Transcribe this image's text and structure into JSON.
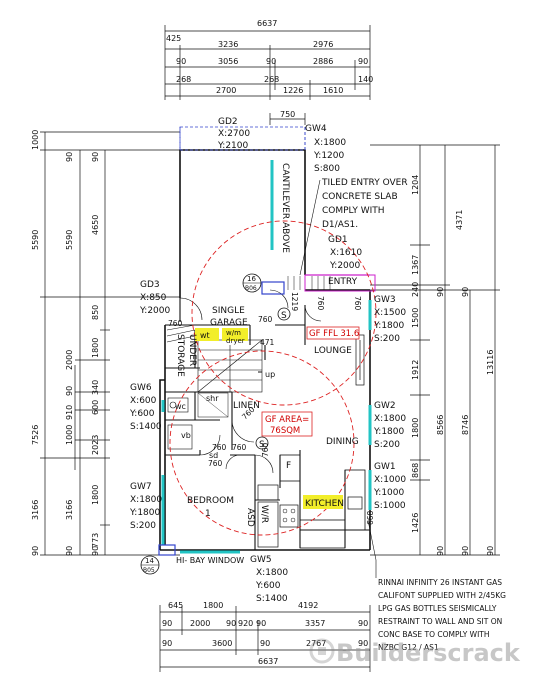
{
  "dims_top": {
    "overall": "6637",
    "r1a": "425",
    "r2a": "3236",
    "r2b": "2976",
    "r3a": "90",
    "r3b": "3056",
    "r3c": "90",
    "r3d": "2886",
    "r3e": "90",
    "r4a": "268",
    "r4b": "268",
    "r4c": "140",
    "r5a": "2700",
    "r5b": "1226",
    "r5c": "1610",
    "r6": "750"
  },
  "dims_left": {
    "a1": "1000",
    "b1": "90",
    "c1": "90",
    "a2": "5590",
    "b2": "5590",
    "c2": "4650",
    "c3": "850",
    "a3": "7526",
    "b3": "2000",
    "c4": "1800",
    "d1": "2000",
    "c5": "340",
    "b4": "90",
    "c6": "90",
    "c7": "600",
    "d2": "910",
    "c8": "90",
    "d3": "1000",
    "c9": "2023",
    "a4": "3166",
    "b5": "3166",
    "c10": "1800",
    "c11": "773",
    "a5": "90",
    "b6": "90",
    "c12": "90"
  },
  "dims_right": {
    "a1": "1204",
    "b1": "4371",
    "a2": "1367",
    "a3": "240",
    "b2": "90",
    "c1": "90",
    "a4": "1500",
    "a5": "1912",
    "a6": "1800",
    "b3": "8566",
    "c2": "8746",
    "d1": "13116",
    "a7": "868",
    "a8": "1426",
    "b4": "90",
    "c3": "90",
    "d2": "90"
  },
  "dims_bottom": {
    "r1a": "645",
    "r1b": "1800",
    "r1c": "4192",
    "r2a": "90",
    "r2b": "2000",
    "r2c": "90",
    "r2d": "920",
    "r2e": "90",
    "r2f": "3357",
    "r2g": "90",
    "r3a": "90",
    "r3b": "3600",
    "r3c": "90",
    "r3d": "2767",
    "r3e": "90",
    "overall": "6637"
  },
  "openings": {
    "gd2": [
      "GD2",
      "X:2700",
      "Y:2100"
    ],
    "gw4": [
      "GW4",
      "X:1800",
      "Y:1200",
      "S:800"
    ],
    "gd1": [
      "GD1",
      "X:1610",
      "Y:2000"
    ],
    "gd3": [
      "GD3",
      "X:850",
      "Y:2000"
    ],
    "gw3": [
      "GW3",
      "X:1500",
      "Y:1800",
      "S:200"
    ],
    "gw6": [
      "GW6",
      "X:600",
      "Y:600",
      "S:1400"
    ],
    "gw2": [
      "GW2",
      "X:1800",
      "Y:1800",
      "S:200"
    ],
    "gw1": [
      "GW1",
      "X:1000",
      "Y:1000",
      "S:1000"
    ],
    "gw7": [
      "GW7",
      "X:1800",
      "Y:1800",
      "S:200"
    ],
    "gw5": [
      "GW5",
      "X:1800",
      "Y:600",
      "S:1400"
    ]
  },
  "notes": {
    "tiled_entry": [
      "TILED ENTRY OVER",
      "CONCRETE SLAB",
      "COMPLY WITH",
      "D1/AS1."
    ],
    "cantilever": "CANTILEVER ABOVE",
    "rinnai": [
      "RINNAI INFINITY 26 INSTANT GAS",
      "CALIFONT SUPPLIED WITH 2/45KG",
      "LPG GAS BOTTLES SEISMICALLY",
      "RESTRAINT TO WALL AND SIT ON",
      "CONC BASE TO COMPLY WITH",
      "NZBC G12 / AS1"
    ],
    "hi_bay": "HI- BAY WINDOW"
  },
  "rooms": {
    "single_garage": [
      "SINGLE",
      "GARAGE"
    ],
    "lounge": "LOUNGE",
    "dining": "DINING",
    "kitchen": "KITCHEN",
    "bedroom": [
      "BEDROOM",
      "1"
    ],
    "linen": "LINEN",
    "entry": "ENTRY",
    "storage": "STORAGE",
    "under": "UNDER",
    "wr": "W/R",
    "asd": "ASD",
    "shr": "shr",
    "wc": "wc",
    "vb": "vb",
    "sd": "sd",
    "up": "up",
    "f": "F",
    "wt": "wt",
    "wd": [
      "w/m",
      "dryer"
    ]
  },
  "tags": {
    "gf_ffl": "GF FFL 31.6",
    "gf_area": [
      "GF AREA=",
      "76SQM"
    ],
    "smoke": "S"
  },
  "markers": {
    "m16": {
      "num": "16",
      "sheet": "B06"
    },
    "m14": {
      "num": "14",
      "sheet": "B05"
    }
  },
  "inner_dims": {
    "d760a": "760",
    "d760b": "760",
    "d760c": "760",
    "d760d": "760",
    "d760e": "760",
    "d760f": "760",
    "d760g": "760",
    "d760h": "760",
    "d760i": "760",
    "d1219": "1219",
    "d471": "471",
    "d668": "668"
  },
  "watermark": "Builderscrack"
}
